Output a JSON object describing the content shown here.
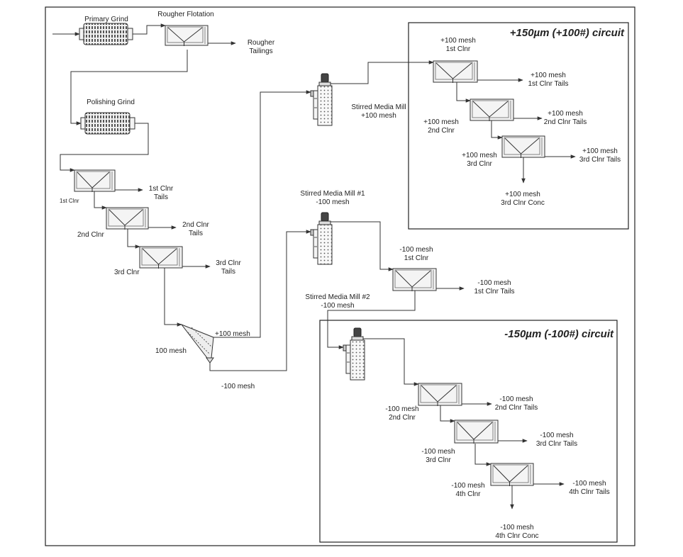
{
  "title_plus": "+150µm (+100#) circuit",
  "title_minus": "-150µm (-100#) circuit",
  "labels": {
    "primary_grind": "Primary Grind",
    "rougher_flotation": "Rougher Flotation",
    "rougher_tailings_1": "Rougher",
    "rougher_tailings_2": "Tailings",
    "polishing_grind": "Polishing Grind",
    "c1": "1st Clnr",
    "c1_tails_1": "1st Clnr",
    "c1_tails_2": "Tails",
    "c2": "2nd Clnr",
    "c2_tails_1": "2nd Clnr",
    "c2_tails_2": "Tails",
    "c3": "3rd Clnr",
    "c3_tails_1": "3rd Clnr",
    "c3_tails_2": "Tails",
    "screen": "100 mesh",
    "plus100": "+100 mesh",
    "minus100": "-100 mesh",
    "smm_plus_1": "Stirred Media Mill",
    "smm_plus_2": "+100 mesh",
    "smm1_1": "Stirred Media Mill #1",
    "smm1_2": "-100 mesh",
    "smm2_1": "Stirred Media Mill #2",
    "smm2_2": "-100 mesh",
    "p1_1": "+100 mesh",
    "p1_2": "1st Clnr",
    "p1t_1": "+100 mesh",
    "p1t_2": "1st Clnr Tails",
    "p2_1": "+100 mesh",
    "p2_2": "2nd Clnr",
    "p2t_1": "+100 mesh",
    "p2t_2": "2nd Clnr Tails",
    "p3_1": "+100 mesh",
    "p3_2": "3rd Clnr",
    "p3t_1": "+100 mesh",
    "p3t_2": "3rd Clnr Tails",
    "pc_1": "+100 mesh",
    "pc_2": "3rd Clnr Conc",
    "m1_1": "-100 mesh",
    "m1_2": "1st Clnr",
    "m1t_1": "-100 mesh",
    "m1t_2": "1st Clnr Tails",
    "m2_1": "-100 mesh",
    "m2_2": "2nd Clnr",
    "m2t_1": "-100 mesh",
    "m2t_2": "2nd Clnr Tails",
    "m3_1": "-100 mesh",
    "m3_2": "3rd Clnr",
    "m3t_1": "-100 mesh",
    "m3t_2": "3rd Clnr Tails",
    "m4_1": "-100 mesh",
    "m4_2": "4th Clnr",
    "m4t_1": "-100 mesh",
    "m4t_2": "4th Clnr Tails",
    "mc_1": "-100 mesh",
    "mc_2": "4th Clnr Conc"
  }
}
